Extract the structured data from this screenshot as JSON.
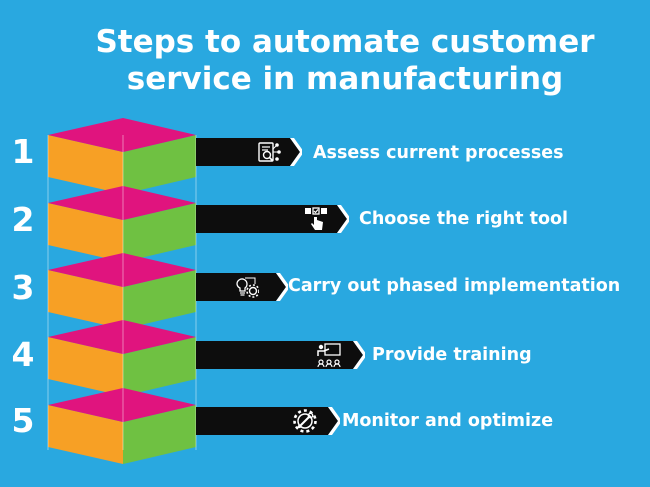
{
  "title": {
    "line1": "Steps to automate customer",
    "line2": "service in manufacturing"
  },
  "colors": {
    "background": "#29a8e0",
    "top": "#e0147e",
    "front_left": "#f7a025",
    "front_right": "#6fc142",
    "banner": "#0d0d0d",
    "text": "#ffffff"
  },
  "steps": [
    {
      "number": "1",
      "label": "Assess current processes",
      "icon": "process-assessment-icon"
    },
    {
      "number": "2",
      "label": "Choose the right tool",
      "icon": "hand-selecting-tool-icon"
    },
    {
      "number": "3",
      "label": "Carry out phased implementation",
      "icon": "lightbulb-gear-icon"
    },
    {
      "number": "4",
      "label": "Provide training",
      "icon": "training-presentation-icon"
    },
    {
      "number": "5",
      "label": "Monitor and optimize",
      "icon": "gear-wrench-icon"
    }
  ]
}
